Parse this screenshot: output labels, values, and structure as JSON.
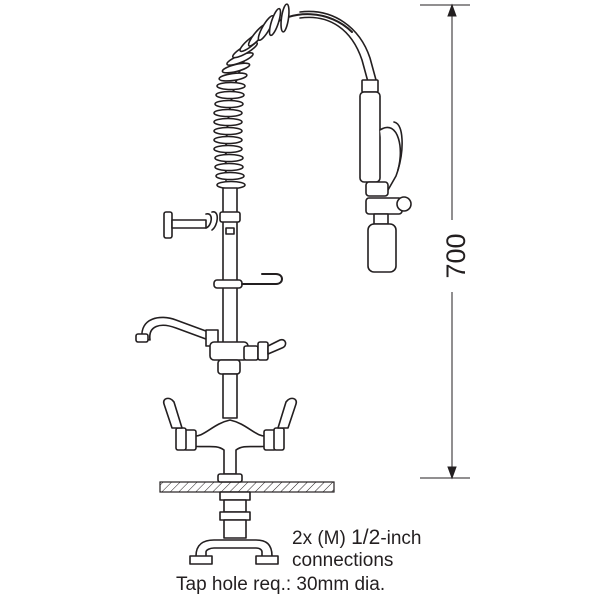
{
  "dimension": {
    "height_value": "700"
  },
  "labels": {
    "line1_prefix": "2x (M) ",
    "line1_fraction": "1/2",
    "line1_suffix": "-inch",
    "line2": "connections",
    "line3": "Tap hole req.: 30mm dia."
  },
  "colors": {
    "ink": "#231f20",
    "background": "#ffffff"
  }
}
